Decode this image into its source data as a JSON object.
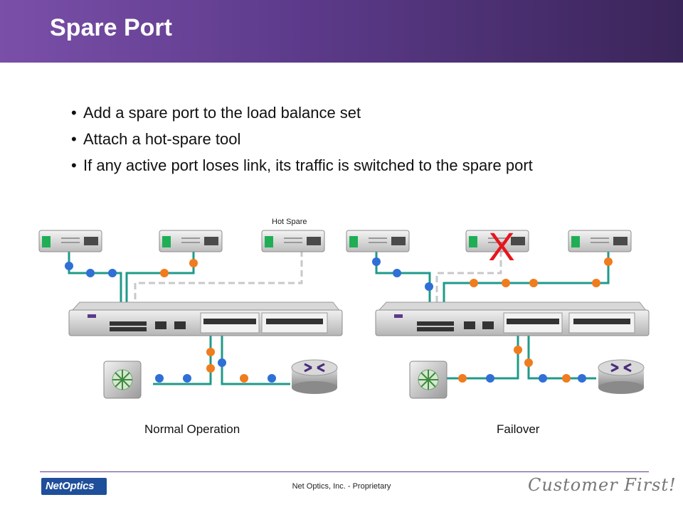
{
  "header": {
    "title": "Spare Port"
  },
  "bullets": [
    "Add a spare port to the load balance set",
    "Attach a hot-spare tool",
    "If any active port loses link, its traffic is switched to the spare port"
  ],
  "diagram": {
    "hot_spare_label": "Hot Spare",
    "failure_mark": "X",
    "left_caption": "Normal Operation",
    "right_caption": "Failover"
  },
  "colors": {
    "blue_link": "#2f6fd6",
    "orange_link": "#f07c1e",
    "teal_cable": "#1f9a8a",
    "failure_red": "#e8141b"
  },
  "footer": {
    "logo_text": "NetOptics",
    "center_text": "Net Optics, Inc. - Proprietary",
    "tagline": "Customer First!"
  }
}
